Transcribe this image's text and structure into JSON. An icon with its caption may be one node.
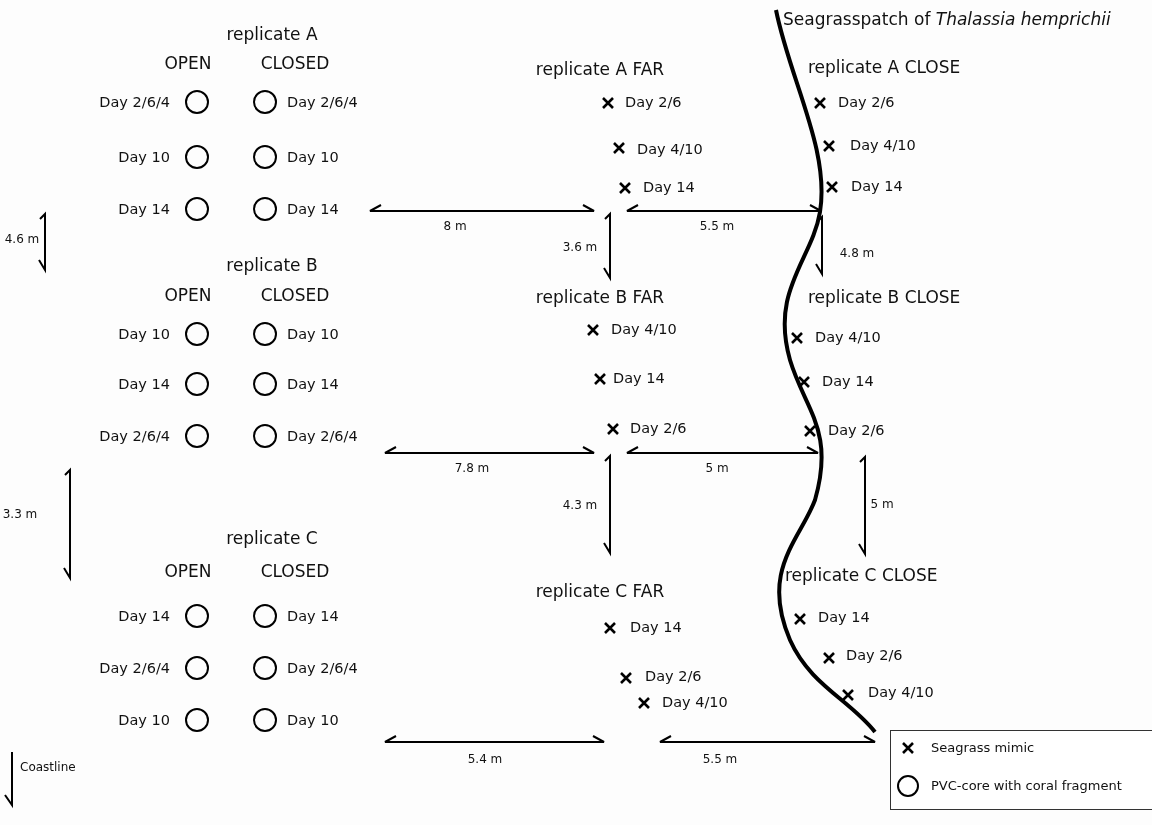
{
  "diagram": {
    "labels": [
      "Seagrasspatch of *Thalassia hemprichii*",
      "replicate A",
      "OPEN",
      "CLOSED",
      "replicate A FAR",
      "replicate A CLOSE",
      "Day 2/6/4",
      "Day 2/6/4",
      "Day 2/6",
      "Day 2/6",
      "Day 10",
      "Day 10",
      "Day 4/10",
      "Day 4/10",
      "Day 14",
      "Day 14",
      "Day 14",
      "Day 14",
      "8 m",
      "5.5 m",
      "4.6 m",
      "3.6 m",
      "4.8 m",
      "replicate B",
      "OPEN",
      "CLOSED",
      "replicate B FAR",
      "replicate B CLOSE",
      "Day 10",
      "Day 10",
      "Day 4/10",
      "Day 4/10",
      "Day 14",
      "Day 14",
      "Day 14",
      "Day 14",
      "Day 2/6",
      "Day 2/6/4",
      "Day 2/6/4",
      "Day 2/6",
      "7.8 m",
      "5 m",
      "4.3 m",
      "5 m",
      "3.3 m",
      "replicate C",
      "OPEN",
      "CLOSED",
      "replicate C CLOSE",
      "replicate C FAR",
      "Day 14",
      "Day 14",
      "Day 14",
      "Day 14",
      "Day 2/6",
      "Day 2/6/4",
      "Day 2/6/4",
      "Day 2/6",
      "Day 4/10",
      "Day 10",
      "Day 10",
      "Day 4/10",
      "5.4 m",
      "5.5 m",
      "Coastline"
    ],
    "legend": [
      {
        "text": "Seagrass mimic"
      },
      {
        "text": "PVC-core with coral fragment"
      }
    ]
  }
}
